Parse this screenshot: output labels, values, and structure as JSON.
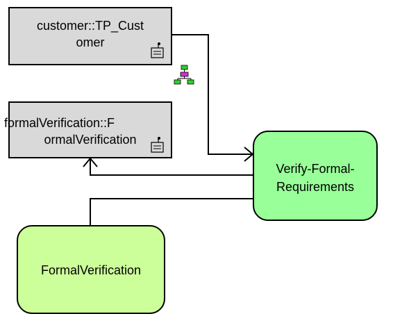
{
  "nodes": {
    "customer": {
      "label_line1": "customer::TP_Cust",
      "label_line2": "omer",
      "icon": "tag-note-icon",
      "fill": "#d9d9d9"
    },
    "formal_verification_object": {
      "label_line1": "formalVerification::F",
      "label_line2": "ormalVerification",
      "icon": "tag-note-icon",
      "fill": "#d9d9d9"
    },
    "verify_formal_requirements": {
      "label_line1": "Verify-Formal-",
      "label_line2": "Requirements",
      "fill": "#99ff99"
    },
    "formal_verification_process": {
      "label": "FormalVerification",
      "fill": "#ccff99"
    }
  },
  "decorations": {
    "hierarchy_icon": "hierarchy-icon"
  },
  "colors": {
    "stroke": "#000000",
    "hierarchy_top": "#33cc33",
    "hierarchy_mid": "#cc33cc",
    "hierarchy_bottom": "#33cc33"
  }
}
